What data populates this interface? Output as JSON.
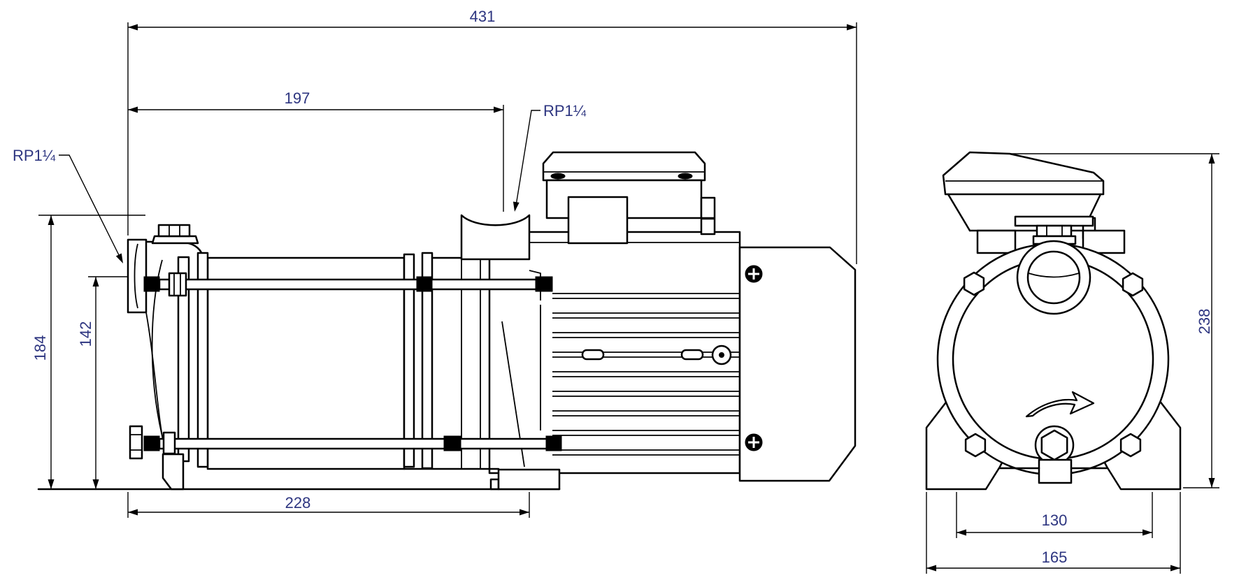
{
  "drawing": {
    "type": "pump-dimensional-drawing",
    "background": "#ffffff",
    "colors": {
      "line": "#000000",
      "dimension_text": "#2d3580"
    },
    "views": {
      "left": "side-view",
      "right": "front-view"
    }
  },
  "dimensions": {
    "overall_length": "431",
    "port_offset": "197",
    "port_height": "184",
    "inlet_center_height": "142",
    "base_length": "228",
    "overall_height": "238",
    "foot_bolt_spacing": "130",
    "base_width": "165"
  },
  "labels": {
    "discharge_port": "RP1¼",
    "suction_port": "RP1¼"
  }
}
